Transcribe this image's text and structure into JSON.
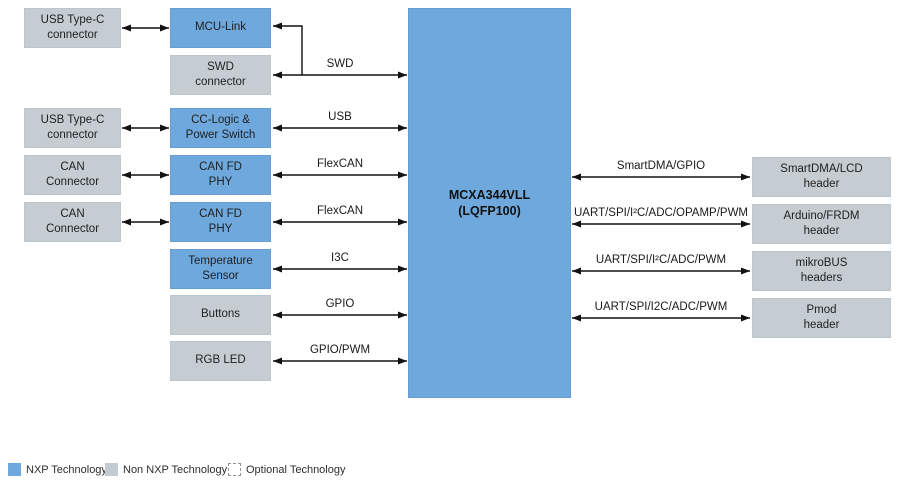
{
  "colors": {
    "nxp_blue": "#6EA8DC",
    "non_nxp_gray": "#C5CDD3",
    "wire_black": "#111111",
    "background": "#FFFFFF"
  },
  "blocks": {
    "usb_c_1": {
      "label": "USB Type-C\nconnector"
    },
    "usb_c_2": {
      "label": "USB Type-C\nconnector"
    },
    "can_1": {
      "label": "CAN\nConnector"
    },
    "can_2": {
      "label": "CAN\nConnector"
    },
    "mcu_link": {
      "label": "MCU-Link"
    },
    "swd_connector": {
      "label": "SWD\nconnector"
    },
    "cc_logic": {
      "label": "CC-Logic &\nPower Switch"
    },
    "can_fd_phy_1": {
      "label": "CAN FD\nPHY"
    },
    "can_fd_phy_2": {
      "label": "CAN FD\nPHY"
    },
    "temperature_sensor": {
      "label": "Temperature\nSensor"
    },
    "buttons": {
      "label": "Buttons"
    },
    "rgb_led": {
      "label": "RGB LED"
    },
    "mcu": {
      "label": "MCXA344VLL\n(LQFP100)"
    },
    "smartdma_header": {
      "label": "SmartDMA/LCD\nheader"
    },
    "arduino_header": {
      "label": "Arduino/FRDM\nheader"
    },
    "mikrobus_header": {
      "label": "mikroBUS\nheaders"
    },
    "pmod_header": {
      "label": "Pmod\nheader"
    }
  },
  "bus_labels": {
    "swd": "SWD",
    "usb": "USB",
    "flexcan_1": "FlexCAN",
    "flexcan_2": "FlexCAN",
    "i3c": "I3C",
    "gpio": "GPIO",
    "gpio_pwm": "GPIO/PWM",
    "smartdma_gpio": "SmartDMA/GPIO",
    "arduino_bus": "UART/SPI/I²C/ADC/OPAMP/PWM",
    "mikrobus_bus": "UART/SPI/I²C/ADC/PWM",
    "pmod_bus": "UART/SPI/I2C/ADC/PWM"
  },
  "legend": {
    "nxp": "NXP Technology",
    "non_nxp": "Non NXP Technology",
    "optional": "Optional Technology"
  }
}
